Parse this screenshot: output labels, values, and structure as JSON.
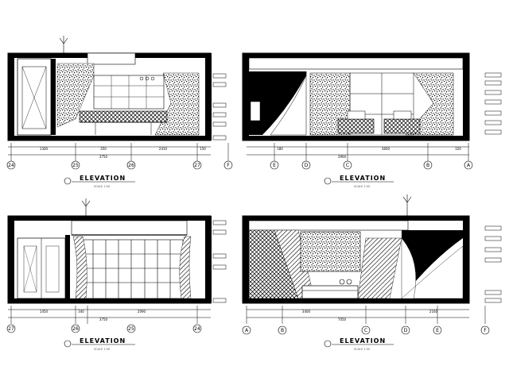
{
  "sheet": {
    "background": "#ffffff",
    "ink": "#000000"
  },
  "panels": [
    {
      "title": "ELEVATION",
      "scale": "SCALE 1:50",
      "dims": [
        "1300",
        "350",
        "2410",
        "150"
      ],
      "total": "3750",
      "axes": [
        "24",
        "25",
        "26",
        "27",
        "F"
      ]
    },
    {
      "title": "ELEVATION",
      "scale": "SCALE 1:50",
      "dims": [
        "180",
        "3600",
        "320"
      ],
      "total": "3900",
      "axes": [
        "E",
        "D",
        "C",
        "B",
        "A"
      ]
    },
    {
      "title": "ELEVATION",
      "scale": "SCALE 1:50",
      "dims": [
        "1450",
        "340",
        "2090"
      ],
      "total": "3750",
      "axes": [
        "27",
        "26",
        "25",
        "24"
      ]
    },
    {
      "title": "ELEVATION",
      "scale": "SCALE 1:50",
      "dims": [
        "3400",
        "2160"
      ],
      "total": "7050",
      "axes": [
        "A",
        "B",
        "C",
        "D",
        "E",
        "F"
      ]
    }
  ]
}
